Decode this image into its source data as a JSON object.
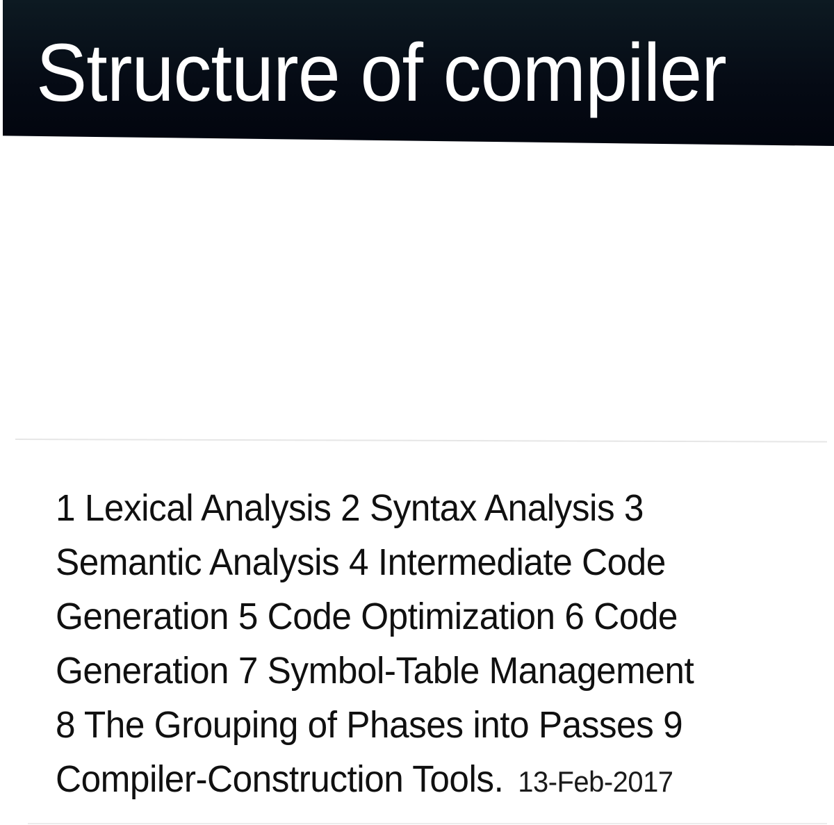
{
  "slide": {
    "title": "Structure of compiler",
    "content_lines": [
      "1 Lexical Analysis 2 Syntax Analysis 3",
      "Semantic Analysis 4 Intermediate Code",
      "Generation 5 Code Optimization 6 Code",
      "Generation 7 Symbol-Table Management",
      "8 The Grouping of Phases into Passes 9",
      "Compiler-Construction Tools."
    ],
    "date": "13-Feb-2017",
    "colors": {
      "header_background": "#050a14",
      "title_text": "#ffffff",
      "body_text": "#101010",
      "page_background": "#ffffff"
    }
  }
}
